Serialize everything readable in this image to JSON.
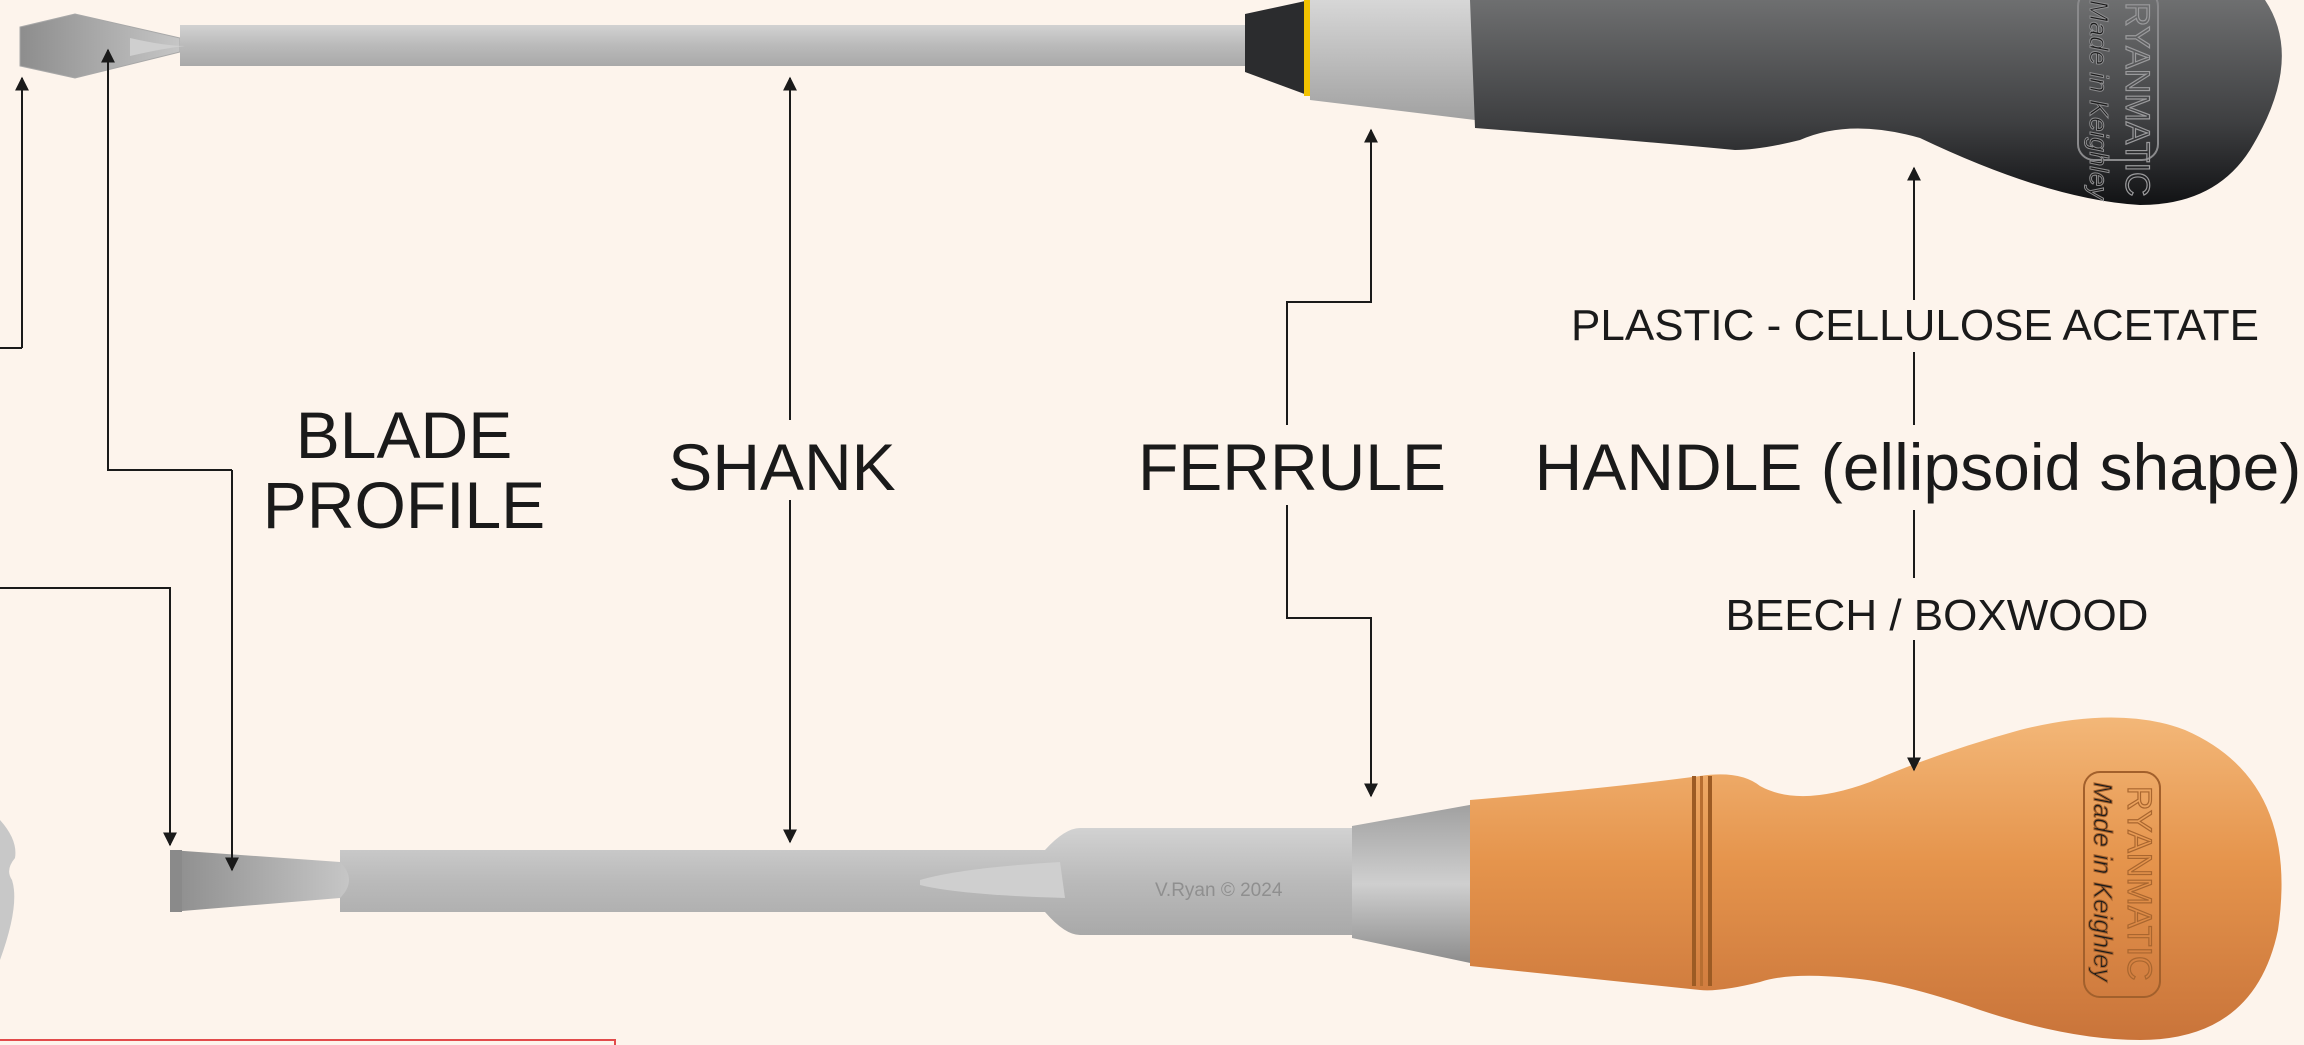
{
  "labels": {
    "blade_profile_line1": "BLADE",
    "blade_profile_line2": "PROFILE",
    "shank": "SHANK",
    "ferrule": "FERRULE",
    "handle": "HANDLE (ellipsoid shape)",
    "plastic": "PLASTIC - CELLULOSE ACETATE",
    "wood": "BEECH / BOXWOOD"
  },
  "branding": {
    "dark_line1": "RYANMATIC",
    "dark_line2": "Made in Keighley",
    "wood_line1": "RYANMATIC",
    "wood_line2": "Made in Keighley"
  },
  "credit": "V.Ryan © 2024",
  "colors": {
    "background": "#fdf4ec",
    "steel": "#bdbdbd",
    "dark_handle": "#3a3b3d",
    "wood_handle": "#e4964f",
    "ferrule_band": "#f2c200",
    "frame_red": "#e24b4b"
  }
}
